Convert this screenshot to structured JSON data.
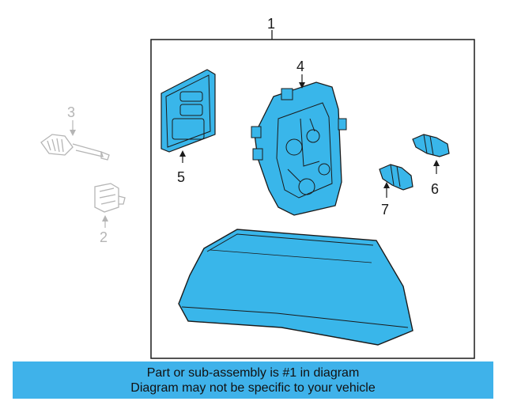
{
  "callouts": {
    "c1": "1",
    "c2": "2",
    "c3": "3",
    "c4": "4",
    "c5": "5",
    "c6": "6",
    "c7": "7"
  },
  "banner": {
    "line1": "Part or sub-assembly is #1 in diagram",
    "line2": "Diagram may not be specific to your vehicle"
  },
  "colors": {
    "highlight": "#3fb2ea",
    "part_fill": "#39b6ea",
    "outline": "#1a1a1a",
    "faded": "#b5b5b5"
  }
}
